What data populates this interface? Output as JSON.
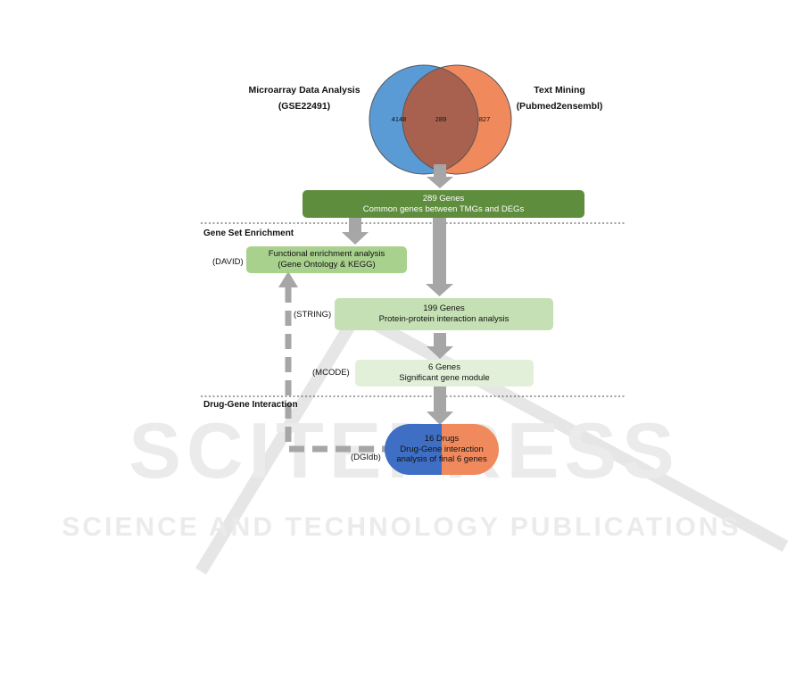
{
  "venn": {
    "left_title": "Microarray Data Analysis",
    "left_subtitle": "(GSE22491)",
    "right_title": "Text Mining",
    "right_subtitle": "(Pubmed2ensembl)",
    "left_count": "4148",
    "overlap_count": "289",
    "right_count": "827"
  },
  "sections": {
    "gene_set": "Gene Set Enrichment",
    "drug_gene": "Drug-Gene Interaction"
  },
  "boxes": {
    "common": {
      "line1": "289 Genes",
      "line2": "Common  genes between TMGs and DEGs"
    },
    "functional": {
      "line1": "Functional enrichment analysis",
      "line2": "(Gene Ontology & KEGG)",
      "tool": "(DAVID)"
    },
    "ppi": {
      "line1": "199 Genes",
      "line2": "Protein-protein interaction analysis",
      "tool": "(STRING)"
    },
    "module": {
      "line1": "6 Genes",
      "line2": "Significant gene module",
      "tool": "(MCODE)"
    },
    "drugs": {
      "line1": "16 Drugs",
      "line2": "Drug-Gene interaction",
      "line3": "analysis of final 6 genes",
      "tool": "(DGIdb)"
    }
  },
  "watermark": {
    "line1": "SCITEPRESS",
    "line2": "SCIENCE AND TECHNOLOGY PUBLICATIONS"
  },
  "colors": {
    "venn_left": "#5b9bd5",
    "venn_right": "#f08a5d",
    "venn_overlap": "#a8614f",
    "common_box": "#5f8d3e",
    "functional_box": "#a9d18e",
    "ppi_box": "#c5e0b4",
    "module_box": "#e2f0d9",
    "pill_left": "#3f6fc4",
    "pill_right": "#f08a5d",
    "arrow": "#a6a6a6"
  }
}
